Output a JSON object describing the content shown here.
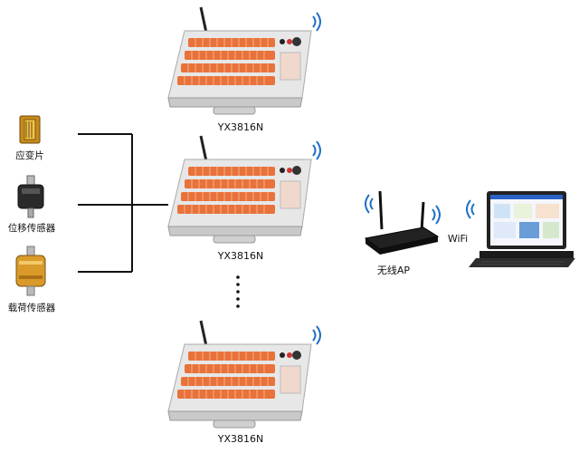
{
  "devices": [
    {
      "label": "YX3816N"
    },
    {
      "label": "YX3816N"
    },
    {
      "label": "YX3816N"
    }
  ],
  "sensors": [
    {
      "label": "应变片",
      "icon": "strain-gauge-icon"
    },
    {
      "label": "位移传感器",
      "icon": "displacement-sensor-icon"
    },
    {
      "label": "载荷传感器",
      "icon": "load-sensor-icon"
    }
  ],
  "ap": {
    "label": "无线AP",
    "icon": "wireless-router-icon"
  },
  "wifi": {
    "label": "WiFi"
  },
  "laptop": {
    "icon": "laptop-icon"
  },
  "colors": {
    "terminal": "#e8723a",
    "case": "#e9e9e9",
    "line": "#111111",
    "wifi": "#1f6fc4"
  }
}
